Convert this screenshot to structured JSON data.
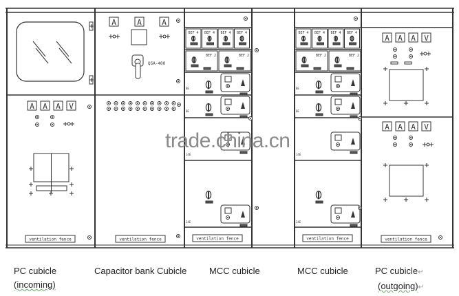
{
  "watermark": "trade.china.cn",
  "panel_texts": {
    "meter_a": "A",
    "meter_v": "V",
    "switch_model": "QSA-400",
    "vent_label": "ventilation fence",
    "bef4": "BEF 4",
    "bef2": "BEF 2"
  },
  "captions": [
    {
      "line1": "PC cubicle",
      "line2": "(incoming)"
    },
    {
      "line1": "Capacitor bank Cubicle",
      "line2": ""
    },
    {
      "line1": "MCC cubicle",
      "line2": ""
    },
    {
      "line1": "MCC cubicle",
      "line2": ""
    },
    {
      "line1": "PC cubicle",
      "line2": "(outgoing)",
      "return_mark": "↵"
    }
  ],
  "colors": {
    "line": "#333333",
    "watermark": "#8a8a8a"
  }
}
